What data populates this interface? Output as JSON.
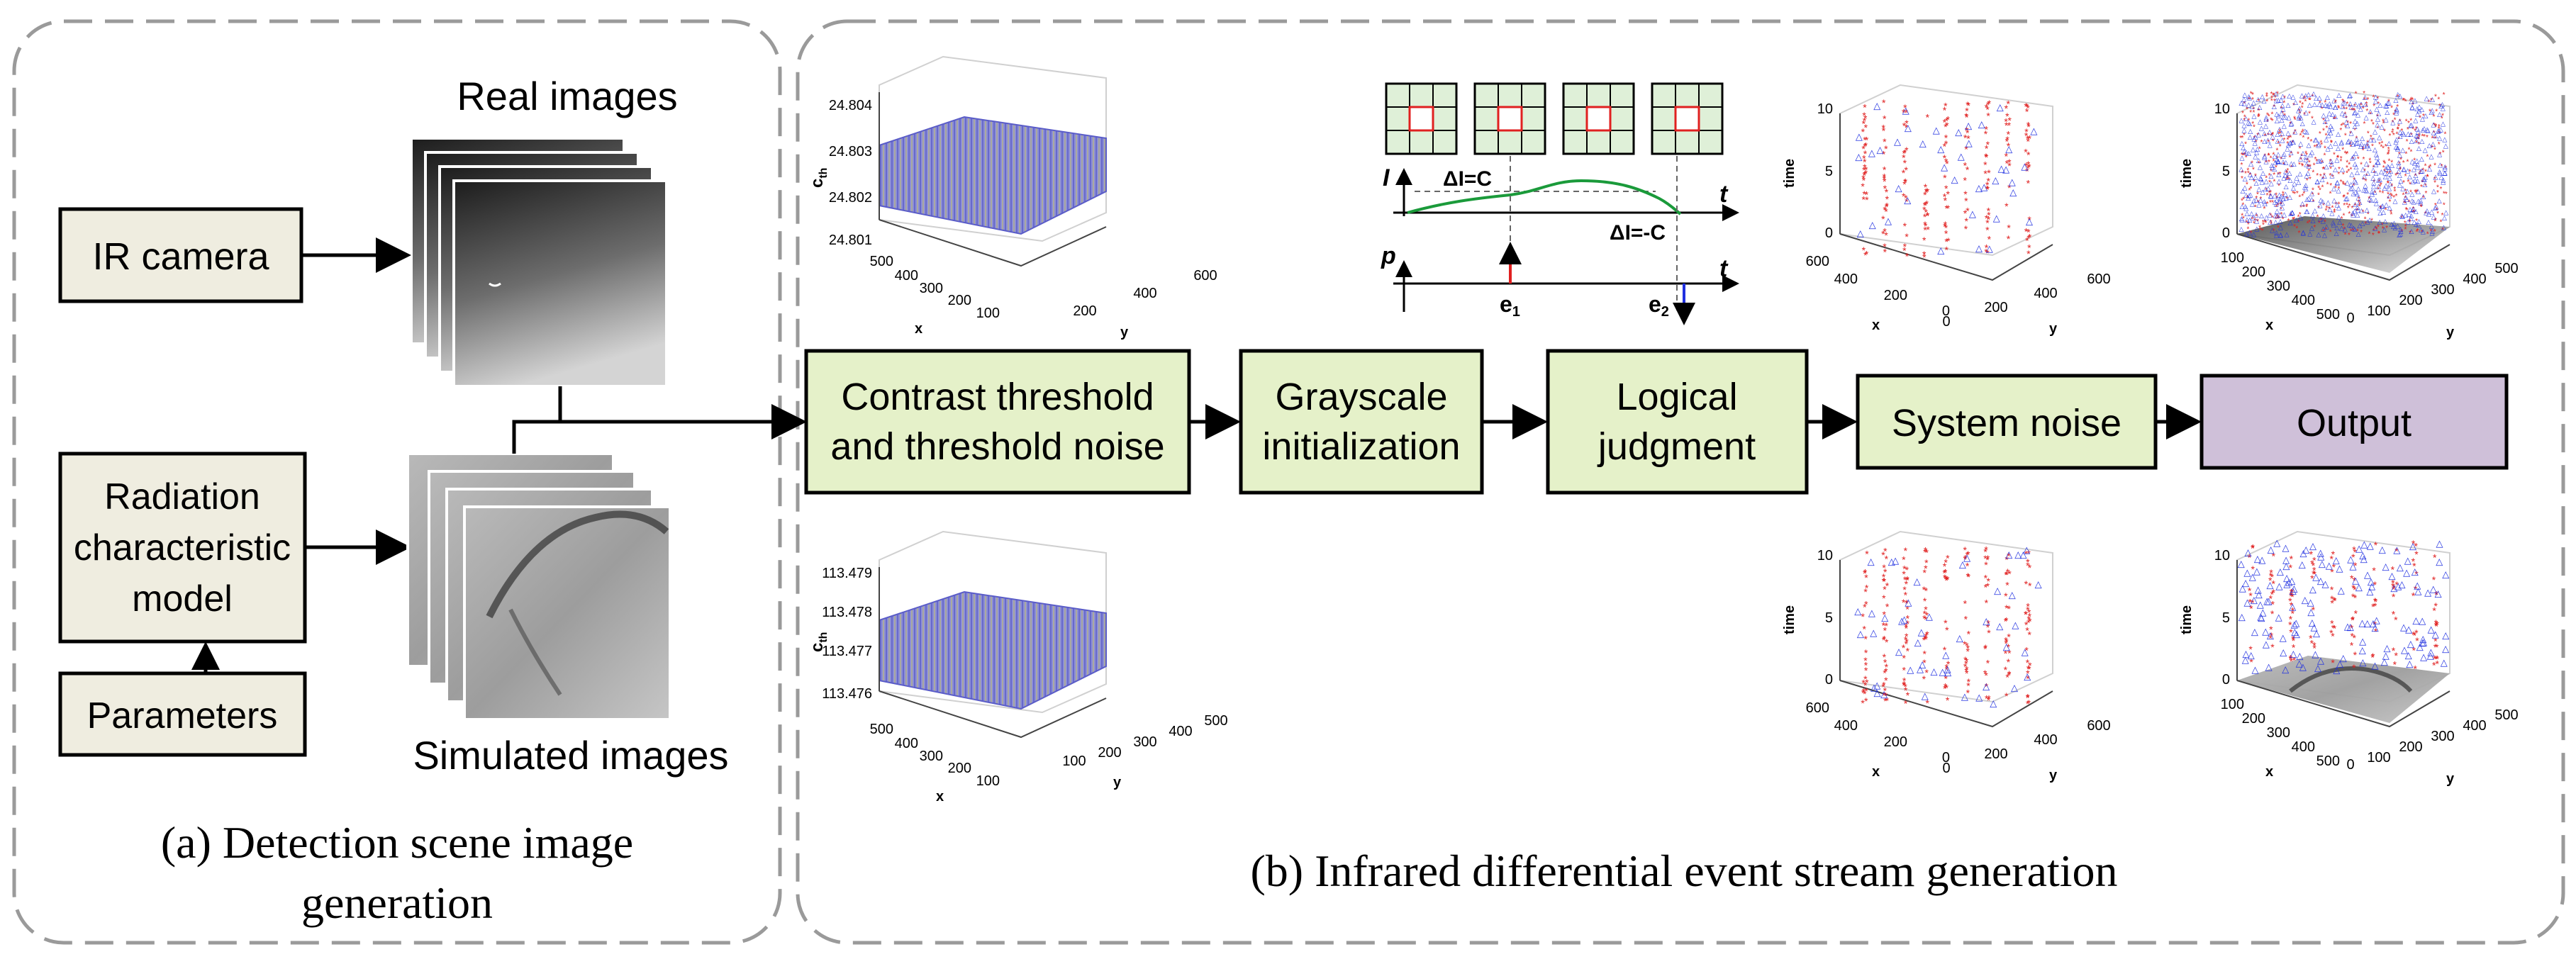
{
  "panel_a": {
    "caption_line1": "(a) Detection scene image",
    "caption_line2": "generation",
    "ir_camera": "IR camera",
    "radiation_line1": "Radiation",
    "radiation_line2": "characteristic",
    "radiation_line3": "model",
    "parameters": "Parameters",
    "real_images": "Real images",
    "simulated_images": "Simulated images"
  },
  "panel_b": {
    "caption": "(b) Infrared differential event stream generation",
    "contrast_line1": "Contrast threshold",
    "contrast_line2": "and threshold noise",
    "grayscale_line1": "Grayscale",
    "grayscale_line2": "initialization",
    "logical_line1": "Logical",
    "logical_line2": "judgment",
    "system_noise": "System noise",
    "output": "Output"
  },
  "surface_top": {
    "zlabel": "c",
    "zlabel_sub": "th",
    "xlabel": "x",
    "ylabel": "y",
    "zticks": [
      "24.804",
      "24.803",
      "24.802",
      "24.801"
    ],
    "xticks": [
      "500",
      "400",
      "300",
      "200",
      "100"
    ],
    "yticks": [
      "200",
      "400",
      "600"
    ]
  },
  "surface_bottom": {
    "zlabel": "c",
    "zlabel_sub": "th",
    "xlabel": "x",
    "ylabel": "y",
    "zticks": [
      "113.479",
      "113.478",
      "113.477",
      "113.476"
    ],
    "xticks": [
      "500",
      "400",
      "300",
      "200",
      "100"
    ],
    "yticks": [
      "100",
      "200",
      "300",
      "400",
      "500"
    ]
  },
  "event_diagram": {
    "axis_I": "I",
    "axis_p": "p",
    "axis_t": "t",
    "delta_pos": "ΔI=C",
    "delta_neg": "ΔI=-C",
    "e1": "e",
    "e1_sub": "1",
    "e2": "e",
    "e2_sub": "2"
  },
  "scatter_plots": {
    "zlabel": "time",
    "xlabel": "x",
    "ylabel": "y",
    "zticks": [
      "10",
      "5",
      "0"
    ],
    "xticks_a": [
      "600",
      "400",
      "200",
      "0"
    ],
    "yticks_a": [
      "0",
      "200",
      "400",
      "600"
    ],
    "xticks_b": [
      "100",
      "200",
      "300",
      "400",
      "500"
    ],
    "yticks_b": [
      "0",
      "100",
      "200",
      "300",
      "400",
      "500"
    ]
  },
  "colors": {
    "box_beige": "#EFEDE0",
    "box_green": "#E5F1C9",
    "box_purple": "#CFC0D9",
    "dash_gray": "#9A9A9A",
    "positive_event": "#E02020",
    "negative_event": "#2030E0",
    "surface": "#8A8AD8"
  }
}
